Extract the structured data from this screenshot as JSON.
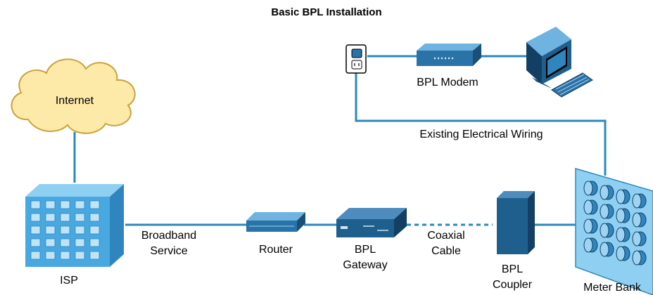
{
  "diagram": {
    "title": "Basic BPL Installation",
    "nodes": {
      "internet": {
        "label": "Internet"
      },
      "isp": {
        "label": "ISP"
      },
      "router": {
        "label": "Router"
      },
      "bpl_gateway": {
        "line1": "BPL",
        "line2": "Gateway"
      },
      "bpl_coupler": {
        "line1": "BPL",
        "line2": "Coupler"
      },
      "meter_bank": {
        "label": "Meter Bank"
      },
      "bpl_modem": {
        "label": "BPL Modem"
      }
    },
    "links": {
      "broadband": {
        "line1": "Broadband",
        "line2": "Service"
      },
      "coaxial": {
        "line1": "Coaxial",
        "line2": "Cable"
      },
      "wiring": {
        "label": "Existing Electrical Wiring"
      }
    },
    "colors": {
      "line": "#2a8ab8",
      "cloud_fill": "#fde9a8",
      "cloud_stroke": "#c9a23c",
      "device_dark": "#1f5f8e",
      "device_light": "#4d95c8",
      "building": "#4aa8e0"
    }
  }
}
